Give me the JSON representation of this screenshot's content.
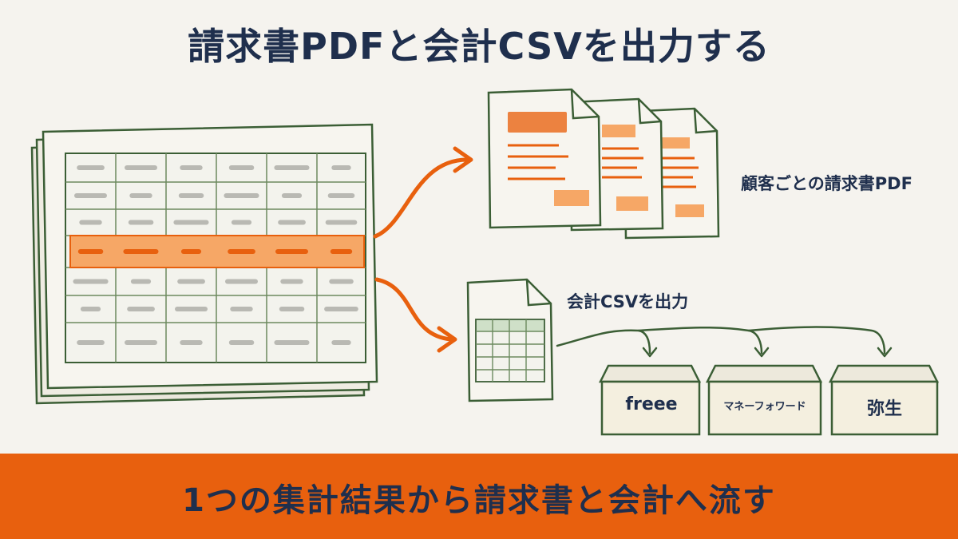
{
  "title": "請求書PDFと会計CSVを出力する",
  "pdf_label": "顧客ごとの請求書PDF",
  "csv_label": "会計CSVを出力",
  "destinations": [
    "freee",
    "マネーフォワード",
    "弥生"
  ],
  "banner": "1つの集計結果から請求書と会計へ流す",
  "colors": {
    "background": "#f5f3ee",
    "accent_orange": "#e8600e",
    "highlight_orange": "#f6a766",
    "outline_green": "#3b5e35",
    "text_navy": "#1f2f4d"
  }
}
